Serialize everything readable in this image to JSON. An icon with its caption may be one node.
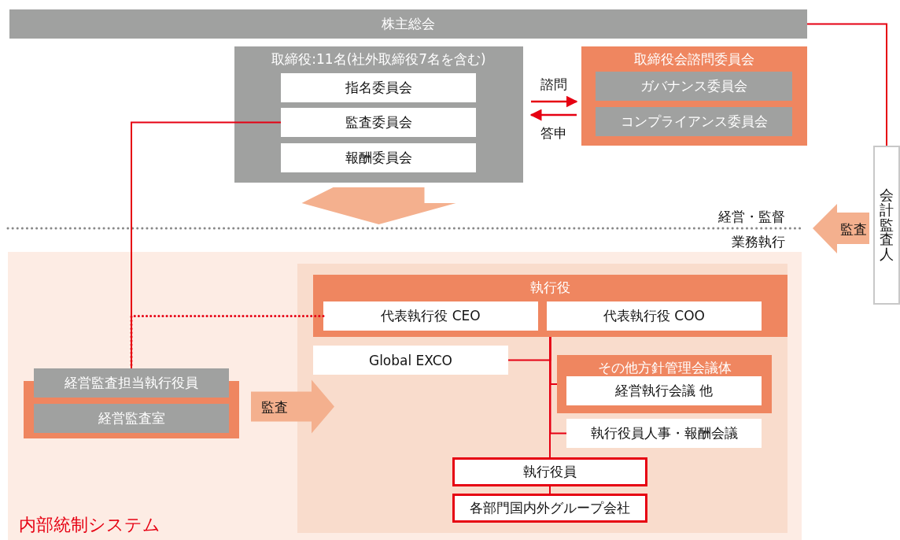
{
  "diagram": {
    "nodes": [
      {
        "text": [
          "株主総会"
        ]
      },
      {
        "text": [
          "取締役:11名(社外取締役7名を含む)"
        ]
      },
      {
        "text": [
          "指名委員会"
        ],
        "in": 1
      },
      {
        "text": [
          "監査委員会"
        ],
        "in": 1
      },
      {
        "text": [
          "報酬委員会"
        ],
        "in": 1
      },
      {
        "text": [
          "取締役会諮問委員会"
        ]
      },
      {
        "text": [
          "ガバナンス委員会"
        ],
        "in": 5
      },
      {
        "text": [
          "コンプライアンス委員会"
        ],
        "in": 5
      },
      {
        "text": [
          "会計監査人"
        ]
      },
      {
        "text": [
          "内部統制システム"
        ]
      },
      {
        "text": [],
        "shape": "box",
        "in": 9
      },
      {
        "text": [
          "執行役"
        ],
        "in": 10
      },
      {
        "text": [
          "代表執行役 CEO"
        ],
        "in": 11
      },
      {
        "text": [
          "代表執行役 COO"
        ],
        "in": 11
      },
      {
        "text": [
          "Global EXCO"
        ],
        "in": 10
      },
      {
        "text": [
          "その他方針管理会議体"
        ],
        "in": 10
      },
      {
        "text": [
          "経営執行会議 他"
        ],
        "in": 15
      },
      {
        "text": [
          "執行役員人事・報酬会議"
        ],
        "in": 10
      },
      {
        "text": [
          "執行役員"
        ],
        "in": 10
      },
      {
        "text": [
          "各部門国内外グループ会社"
        ],
        "in": 10
      },
      {
        "text": [],
        "shape": "box",
        "in": 9
      },
      {
        "text": [
          "経営監査担当執行役員"
        ],
        "in": 20
      },
      {
        "text": [
          "経営監査室"
        ],
        "in": 20
      }
    ],
    "edges": [
      {
        "from": 0,
        "to": 8,
        "arrow": "none"
      },
      {
        "from": 1,
        "to": 5,
        "arrow": "to",
        "label": "諮問"
      },
      {
        "from": 5,
        "to": 1,
        "arrow": "to",
        "label": "答申"
      },
      {
        "from": 3,
        "to": 21,
        "arrow": "none"
      },
      {
        "from": 12,
        "to": 21,
        "arrow": "none",
        "style": "dashed"
      },
      {
        "from": 11,
        "to": 14,
        "arrow": "none"
      },
      {
        "from": 11,
        "to": 15,
        "arrow": "none"
      },
      {
        "from": 11,
        "to": 17,
        "arrow": "none"
      },
      {
        "from": 11,
        "to": 18,
        "arrow": "none"
      },
      {
        "from": 18,
        "to": 19,
        "arrow": "none"
      },
      {
        "from": 1,
        "to": null,
        "arrow": "to",
        "style": "thick",
        "color": "#f4b08e"
      },
      {
        "from": 8,
        "to": null,
        "arrow": "to",
        "label": "監査",
        "style": "thick",
        "color": "#f4b08e"
      },
      {
        "from": 20,
        "to": 10,
        "arrow": "to",
        "label": "監査",
        "style": "thick",
        "color": "#f4b08e"
      }
    ],
    "labels": [
      "経営・監督",
      "業務執行"
    ]
  }
}
